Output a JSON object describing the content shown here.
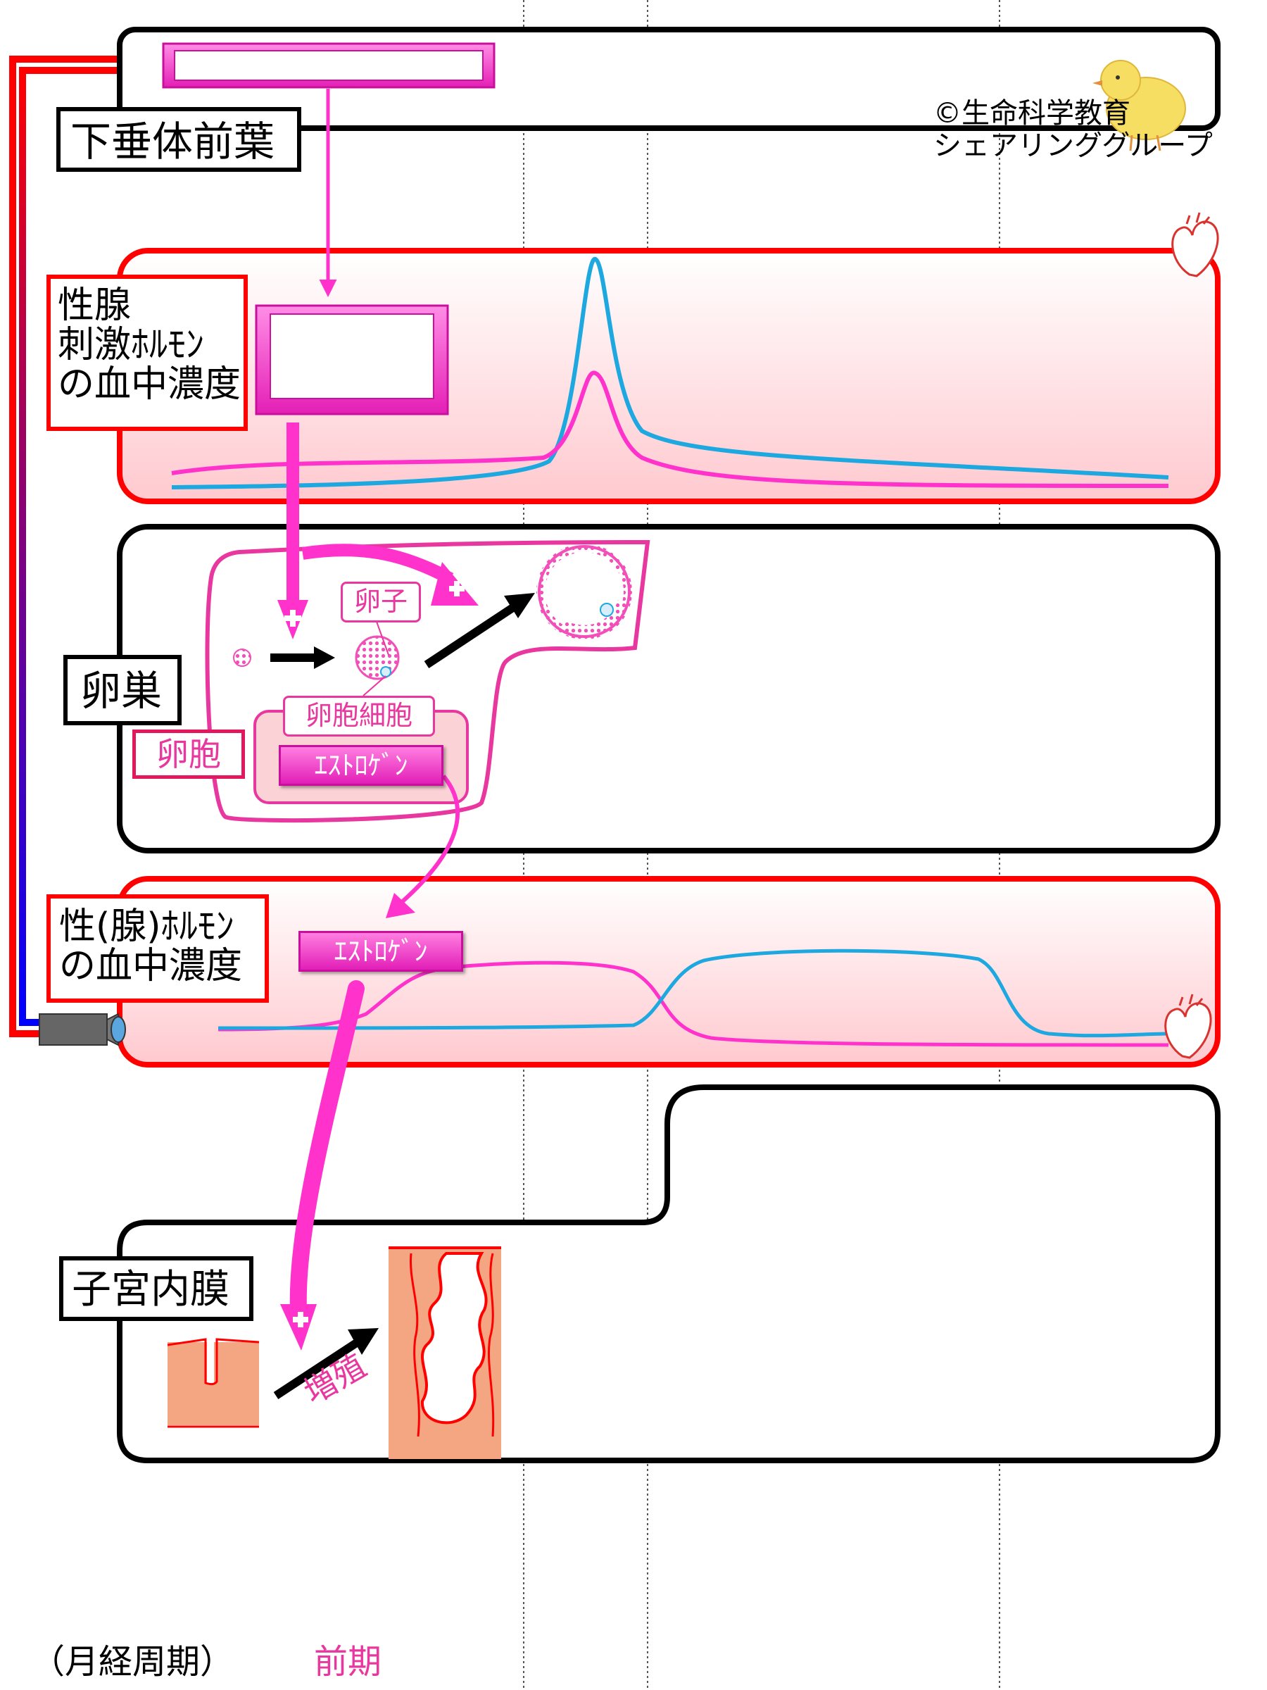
{
  "copyright": {
    "line1": "©生命科学教育",
    "line2": "シェアリンググループ"
  },
  "panels": {
    "pituitary": {
      "label": "下垂体前葉"
    },
    "gonadotropin": {
      "label_lines": [
        "性腺",
        "刺激ﾎﾙﾓﾝ",
        "の血中濃度"
      ]
    },
    "ovary": {
      "label": "卵巣",
      "follicle_label": "卵胞",
      "egg_label": "卵子",
      "follicle_cell_label": "卵胞細胞",
      "estrogen_button": "ｴｽﾄﾛｹﾞﾝ"
    },
    "sex_hormone": {
      "label_lines": [
        "性(腺)ﾎﾙﾓﾝ",
        "の血中濃度"
      ],
      "estrogen_button": "ｴｽﾄﾛｹﾞﾝ"
    },
    "endometrium": {
      "label": "子宮内膜",
      "proliferation_label": "増殖"
    }
  },
  "footer": {
    "cycle_label": "（月経周期）",
    "phase_label": "前期"
  },
  "colors": {
    "magenta": "#ff33cc",
    "cyan": "#1ea8e0",
    "red": "#ff0000",
    "blue": "#0000ff",
    "panel_pink": "#ffd6d9",
    "tissue": "#f4a582"
  },
  "icons": [
    "heart-icon",
    "chick-icon",
    "camera-icon",
    "plus-icon"
  ]
}
